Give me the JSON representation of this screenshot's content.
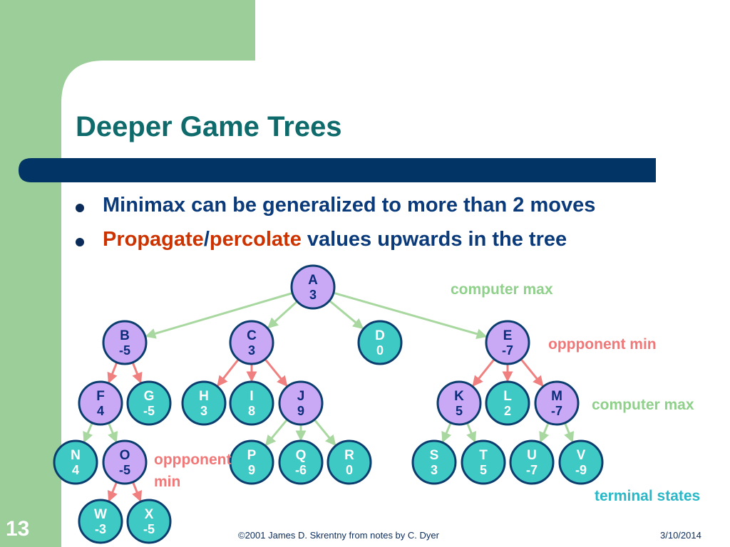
{
  "slide": {
    "title": "Deeper Game Trees",
    "bullets": [
      {
        "parts": [
          {
            "text": "Minimax can be generalized to more than 2 moves",
            "style": "normal"
          }
        ]
      },
      {
        "parts": [
          {
            "text": "Propagate",
            "style": "red"
          },
          {
            "text": "/",
            "style": "normal"
          },
          {
            "text": "percolate",
            "style": "red"
          },
          {
            "text": " values upwards in the tree",
            "style": "normal"
          }
        ]
      }
    ],
    "slide_number": "13",
    "footer_credit": "©2001 James D. Skrentny from notes by C. Dyer",
    "footer_date": "3/10/2014"
  },
  "colors": {
    "max_node": "#c9a9f5",
    "min_node": "#3fc9c4",
    "node_border": "#0b3d6e",
    "max_edge": "#a8d8a0",
    "min_edge": "#f08080",
    "max_label": "#8fd08a",
    "min_label": "#f07878",
    "terminal_label": "#2ab8c8",
    "title": "#0f6b6b",
    "accent_bar": "#023466",
    "side_green": "#9cce9a"
  },
  "tree": {
    "nodes": [
      {
        "id": "A",
        "value": "3",
        "kind": "max"
      },
      {
        "id": "B",
        "value": "-5",
        "kind": "max"
      },
      {
        "id": "C",
        "value": "3",
        "kind": "max"
      },
      {
        "id": "D",
        "value": "0",
        "kind": "min"
      },
      {
        "id": "E",
        "value": "-7",
        "kind": "max"
      },
      {
        "id": "F",
        "value": "4",
        "kind": "max"
      },
      {
        "id": "G",
        "value": "-5",
        "kind": "min"
      },
      {
        "id": "H",
        "value": "3",
        "kind": "min"
      },
      {
        "id": "I",
        "value": "8",
        "kind": "min"
      },
      {
        "id": "J",
        "value": "9",
        "kind": "max"
      },
      {
        "id": "K",
        "value": "5",
        "kind": "max"
      },
      {
        "id": "L",
        "value": "2",
        "kind": "min"
      },
      {
        "id": "M",
        "value": "-7",
        "kind": "max"
      },
      {
        "id": "N",
        "value": "4",
        "kind": "min"
      },
      {
        "id": "O",
        "value": "-5",
        "kind": "max"
      },
      {
        "id": "P",
        "value": "9",
        "kind": "min"
      },
      {
        "id": "Q",
        "value": "-6",
        "kind": "min"
      },
      {
        "id": "R",
        "value": "0",
        "kind": "min"
      },
      {
        "id": "S",
        "value": "3",
        "kind": "min"
      },
      {
        "id": "T",
        "value": "5",
        "kind": "min"
      },
      {
        "id": "U",
        "value": "-7",
        "kind": "min"
      },
      {
        "id": "V",
        "value": "-9",
        "kind": "min"
      },
      {
        "id": "W",
        "value": "-3",
        "kind": "min"
      },
      {
        "id": "X",
        "value": "-5",
        "kind": "min"
      }
    ],
    "edges": [
      {
        "from": "A",
        "to": "B",
        "kind": "max"
      },
      {
        "from": "A",
        "to": "C",
        "kind": "max"
      },
      {
        "from": "A",
        "to": "D",
        "kind": "max"
      },
      {
        "from": "A",
        "to": "E",
        "kind": "max"
      },
      {
        "from": "B",
        "to": "F",
        "kind": "min"
      },
      {
        "from": "B",
        "to": "G",
        "kind": "min"
      },
      {
        "from": "C",
        "to": "H",
        "kind": "min"
      },
      {
        "from": "C",
        "to": "I",
        "kind": "min"
      },
      {
        "from": "C",
        "to": "J",
        "kind": "min"
      },
      {
        "from": "E",
        "to": "K",
        "kind": "min"
      },
      {
        "from": "E",
        "to": "L",
        "kind": "min"
      },
      {
        "from": "E",
        "to": "M",
        "kind": "min"
      },
      {
        "from": "F",
        "to": "N",
        "kind": "max"
      },
      {
        "from": "F",
        "to": "O",
        "kind": "max"
      },
      {
        "from": "J",
        "to": "P",
        "kind": "max"
      },
      {
        "from": "J",
        "to": "Q",
        "kind": "max"
      },
      {
        "from": "J",
        "to": "R",
        "kind": "max"
      },
      {
        "from": "K",
        "to": "S",
        "kind": "max"
      },
      {
        "from": "K",
        "to": "T",
        "kind": "max"
      },
      {
        "from": "M",
        "to": "U",
        "kind": "max"
      },
      {
        "from": "M",
        "to": "V",
        "kind": "max"
      },
      {
        "from": "O",
        "to": "W",
        "kind": "min"
      },
      {
        "from": "O",
        "to": "X",
        "kind": "min"
      }
    ],
    "level_labels": [
      {
        "text": "computer max",
        "kind": "max"
      },
      {
        "text": "oppponent min",
        "kind": "min"
      },
      {
        "text": "computer max",
        "kind": "max"
      },
      {
        "text": "oppponent",
        "kind": "min"
      },
      {
        "text": "min",
        "kind": "min"
      },
      {
        "text": "terminal states",
        "kind": "terminal"
      }
    ]
  }
}
